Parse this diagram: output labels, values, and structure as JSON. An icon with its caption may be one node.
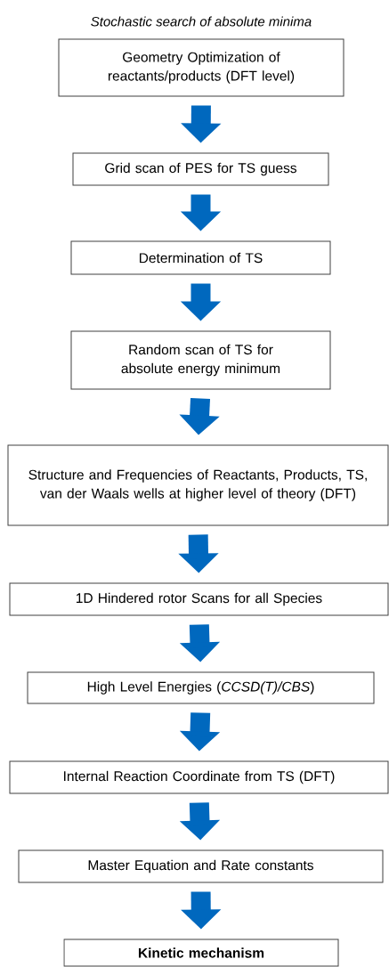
{
  "diagram": {
    "title": "Stochastic search of absolute minima",
    "nodes": [
      {
        "text": [
          "Geometry Optimization of reactants/products (DFT level)"
        ]
      },
      {
        "text": [
          "Grid scan of PES for TS guess"
        ]
      },
      {
        "text": [
          "Determination of TS"
        ]
      },
      {
        "text": [
          "Random scan of TS for absolute energy minimum"
        ]
      },
      {
        "text": [
          "Structure and Frequencies of Reactants, Products, TS, van der Waals wells at higher level of theory (DFT)"
        ]
      },
      {
        "text": [
          "1D Hindered rotor Scans for all Species"
        ]
      },
      {
        "text": [
          "High Level Energies (*CCSD(T)/CBS*)"
        ]
      },
      {
        "text": [
          "Internal Reaction Coordinate from TS (DFT)"
        ]
      },
      {
        "text": [
          "Master Equation and Rate constants"
        ]
      },
      {
        "text": [
          "Kinetic mechanism"
        ]
      }
    ],
    "edges": [
      {
        "from": 0,
        "to": 1,
        "arrow": "to"
      },
      {
        "from": 1,
        "to": 2,
        "arrow": "to"
      },
      {
        "from": 2,
        "to": 3,
        "arrow": "to"
      },
      {
        "from": 3,
        "to": 4,
        "arrow": "to"
      },
      {
        "from": 4,
        "to": 5,
        "arrow": "to"
      },
      {
        "from": 5,
        "to": 6,
        "arrow": "to"
      },
      {
        "from": 6,
        "to": 7,
        "arrow": "to"
      },
      {
        "from": 7,
        "to": 8,
        "arrow": "to"
      },
      {
        "from": 8,
        "to": 9,
        "arrow": "to"
      }
    ]
  }
}
